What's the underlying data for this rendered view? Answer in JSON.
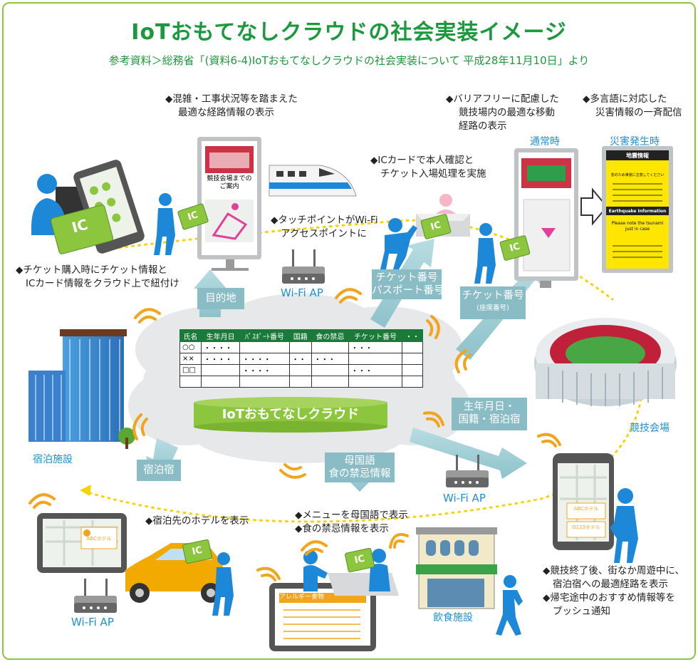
{
  "title": "IoTおもてなしクラウドの社会実装イメージ",
  "subtitle": "参考資料＞総務省「(資料6-4)IoTおもてなしクラウドの社会実装について 平成28年11月10日」より",
  "notes": {
    "route": [
      "◆混雑・工事状況等を踏まえた",
      "最適な経路情報の表示"
    ],
    "barrier_free": [
      "◆バリアフリーに配慮した",
      "競技場内の最適な移動",
      "経路の表示"
    ],
    "multilang": [
      "◆多言語に対応した",
      "災害情報の一斉配信"
    ],
    "ic_card": [
      "◆ICカードで本人確認と",
      "チケット入場処理を実施"
    ],
    "touch_point": [
      "◆タッチポイントがWi-Fi",
      "アクセスポイントに"
    ],
    "ticket_purchase": [
      "◆チケット購入時にチケット情報と",
      "ICカード情報をクラウド上で紐付け"
    ],
    "hotel_display": "◆宿泊先のホテルを表示",
    "menu": [
      "◆メニューを母国語で表示",
      "◆食の禁忌情報を表示"
    ],
    "after_game": [
      "◆競技終了後、街なか周遊中に、",
      "宿泊宿への最適経路を表示",
      "◆帰宅途中のおすすめ情報等を",
      "プッシュ通知"
    ]
  },
  "labels": {
    "normal": "通常時",
    "disaster": "災害発生時",
    "venue": "競技会場",
    "hotel": "宿泊施設",
    "restaurant": "飲食施設",
    "wifi_ap": "Wi-Fi AP",
    "ic": "IC",
    "cloud": "IoTおもてなしクラウド",
    "signage_guide": [
      "競技会場までの",
      "ご案内"
    ],
    "allergy": "アレルギー食物",
    "quake_title": "地震情報",
    "quake_jp": "念のため津波に注意してください",
    "quake_en_title": "Earthquake Information",
    "quake_en_1": "Please note the tsunami",
    "quake_en_2": "just in case",
    "abc_hotel": "ABCホテル",
    "hotel_123": "O123ホテル"
  },
  "arrows": {
    "destination": "目的地",
    "ticket_passport": [
      "チケット番号",
      "パスポート番号"
    ],
    "ticket_seat": "チケット番号",
    "seat": "(座席番号)",
    "birth_nation_hotel": [
      "生年月日・",
      "国籍・宿泊宿"
    ],
    "homeland_food": [
      "母国語",
      "食の禁忌情報"
    ],
    "lodging": "宿泊宿"
  },
  "table": {
    "headers": [
      "氏名",
      "生年月日",
      "ﾊﾟｽﾎﾟｰﾄ番号",
      "国籍",
      "食の禁忌",
      "チケット番号",
      "・・"
    ],
    "rows": [
      [
        "○○",
        "・・・・",
        "",
        "",
        "",
        "・・・",
        ""
      ],
      [
        "××",
        "・・・・",
        "・・・・",
        "・・",
        "・・・",
        "",
        ""
      ],
      [
        "□□",
        "",
        "・・・・",
        "",
        "",
        "・・・",
        ""
      ],
      [
        "",
        "",
        "",
        "",
        "",
        "",
        ""
      ]
    ]
  },
  "colors": {
    "green": "#8cc63f",
    "title_green": "#1a9a3c",
    "blue": "#1e90d0",
    "person": "#1e88d8",
    "signal": "#f2a51c",
    "yellow": "#ffe600",
    "arrow": "#9fcdd4"
  }
}
